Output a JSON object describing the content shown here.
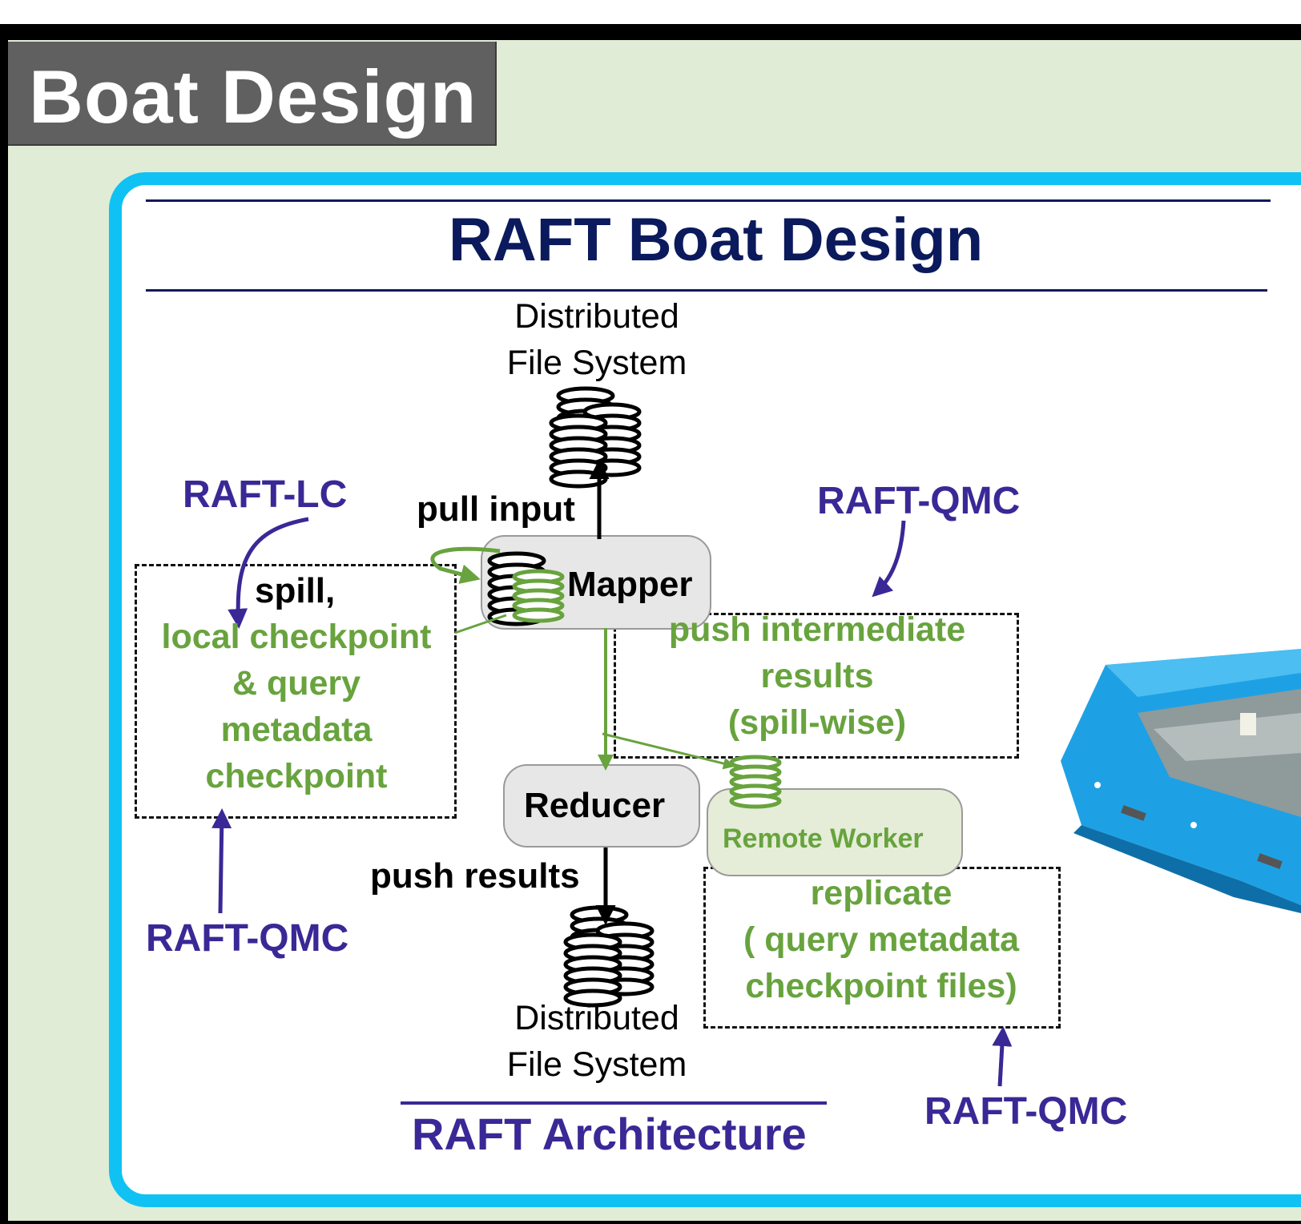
{
  "slide": {
    "title": "Boat Design"
  },
  "diagram": {
    "title": "RAFT Boat Design",
    "dfs_top": [
      "Distributed",
      "File System"
    ],
    "dfs_bottom": [
      "Distributed",
      "File System"
    ],
    "pull_input": "pull input",
    "push_results": "push results",
    "mapper": "Mapper",
    "reducer": "Reducer",
    "remote_worker": "Remote Worker",
    "spill": "spill,",
    "local_checkpoint_lines": [
      "local checkpoint",
      "& query",
      "metadata",
      "checkpoint"
    ],
    "push_intermediate_lines": [
      "push intermediate",
      "results",
      "(spill-wise)"
    ],
    "replicate_lines": [
      "replicate",
      "( query metadata",
      "checkpoint files)"
    ],
    "raft_lc": "RAFT-LC",
    "raft_qmc_top": "RAFT-QMC",
    "raft_qmc_left": "RAFT-QMC",
    "raft_qmc_bottom": "RAFT-QMC",
    "architecture_caption": "RAFT Architecture",
    "colors": {
      "green": "#68a33e",
      "purple": "#3a2896",
      "navy": "#0b1a5c",
      "card_border": "#0fc2f3",
      "raft_blue": "#1ea1e4"
    },
    "icons": [
      "disk-stack-icon",
      "raft-boat-photo"
    ]
  }
}
